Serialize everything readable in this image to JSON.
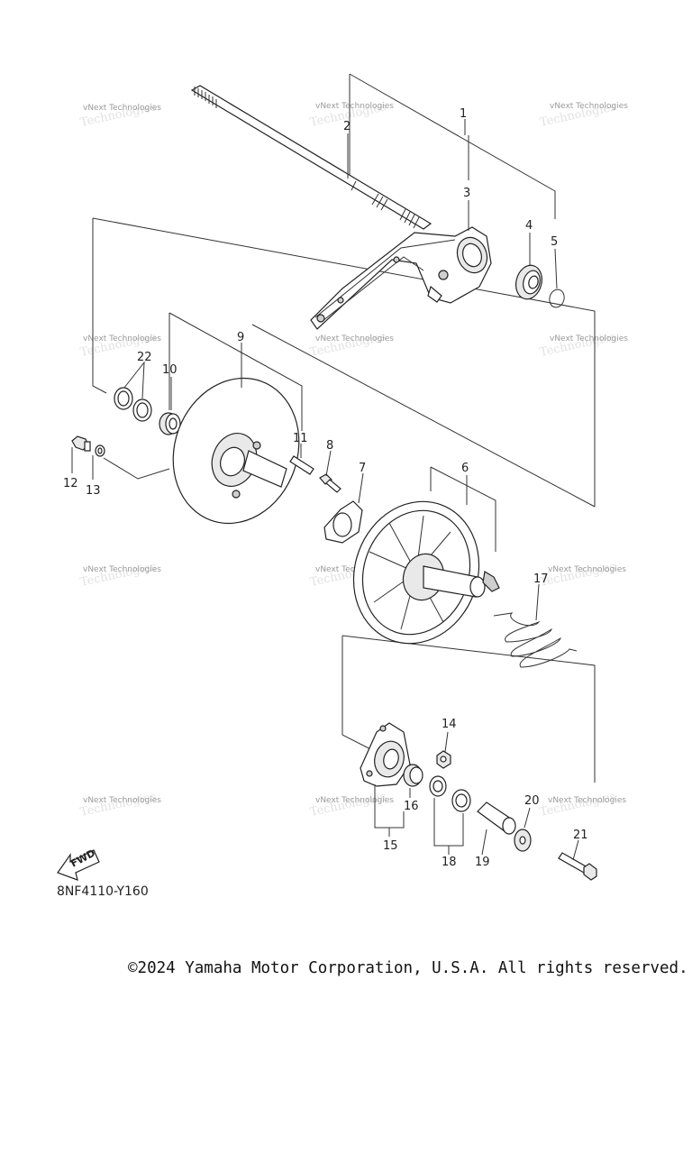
{
  "diagram": {
    "callouts": [
      "1",
      "2",
      "3",
      "4",
      "5",
      "6",
      "7",
      "8",
      "9",
      "10",
      "11",
      "12",
      "13",
      "14",
      "15",
      "16",
      "17",
      "18",
      "19",
      "20",
      "21",
      "22"
    ],
    "reference_code": "8NF4110-Y160",
    "fwd_label": "FWD",
    "watermark": "vNext Technologies",
    "copyright": "©2024 Yamaha Motor Corporation, U.S.A. All rights reserved."
  }
}
